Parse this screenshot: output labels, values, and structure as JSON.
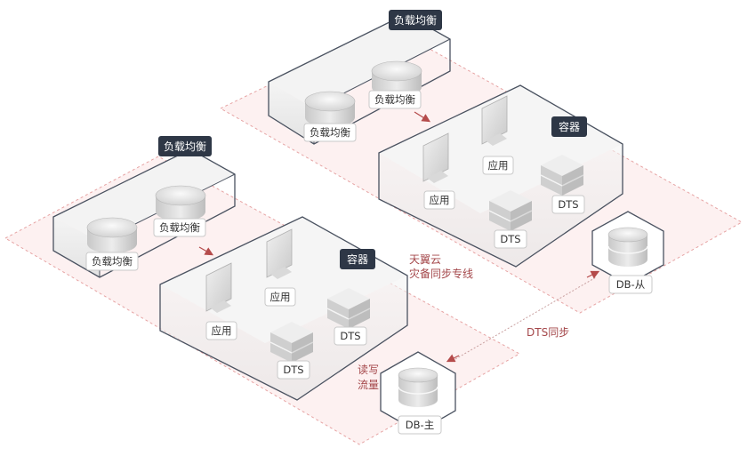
{
  "colors": {
    "zone_border": "#e6a3a3",
    "zone_fill": "#fdf1f1",
    "box_border": "#4a5260",
    "box_fill": "#ffffff",
    "badge_dark": "#2e3746",
    "arrow": "#b54b4b",
    "annotation_text": "#a4474a"
  },
  "icons": {
    "load_balancer": "load-balancer-cylinder-icon",
    "monitor": "monitor-icon",
    "server": "server-stack-icon",
    "database": "database-icon"
  },
  "labels": {
    "lb_group_title": "负载均衡",
    "lb_node": "负载均衡",
    "container_title": "容器",
    "app_node": "应用",
    "dts_node": "DTS",
    "db_primary": "DB-主",
    "db_replica": "DB-从",
    "private_line": [
      "天翼云",
      "灾备同步专线"
    ],
    "dts_sync": "DTS同步",
    "rw_traffic": [
      "读写",
      "流量"
    ]
  }
}
